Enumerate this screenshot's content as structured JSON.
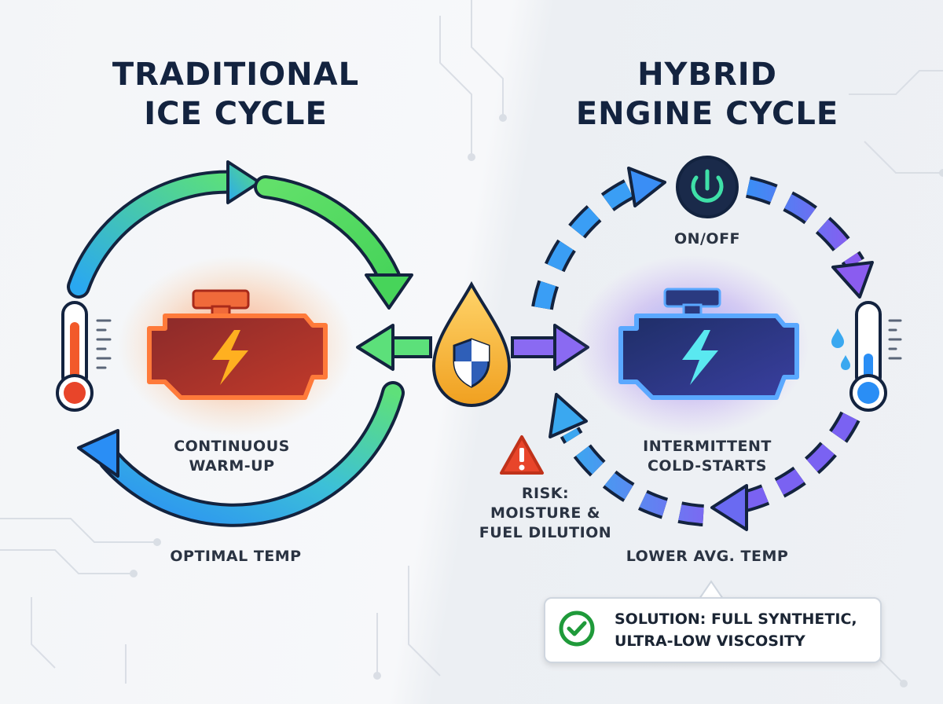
{
  "left": {
    "title_line1": "TRADITIONAL",
    "title_line2": "ICE CYCLE",
    "label_line1": "CONTINUOUS",
    "label_line2": "WARM-UP",
    "temp_label": "OPTIMAL TEMP"
  },
  "right": {
    "title_line1": "HYBRID",
    "title_line2": "ENGINE CYCLE",
    "label_line1": "INTERMITTENT",
    "label_line2": "COLD-STARTS",
    "temp_label": "LOWER AVG. TEMP",
    "power_label": "ON/OFF"
  },
  "risk": {
    "line1": "RISK:",
    "line2": "MOISTURE &",
    "line3": "FUEL DILUTION"
  },
  "solution": {
    "line1": "SOLUTION: FULL SYNTHETIC,",
    "line2": "ULTRA-LOW VISCOSITY"
  },
  "icons": {
    "left_engine": "engine-warning-icon",
    "right_engine": "engine-warning-icon",
    "oil_drop": "oil-drop-shield-icon",
    "power": "power-icon",
    "left_thermometer": "thermometer-hot-icon",
    "right_thermometer": "thermometer-cold-icon",
    "warning": "warning-triangle-icon",
    "check": "check-circle-icon"
  },
  "colors": {
    "warm": "#f25a2a",
    "cool": "#4a7bff",
    "green": "#4bd65a",
    "blue": "#2aa8f0",
    "purple": "#8a5cf0",
    "dark": "#13233f"
  }
}
